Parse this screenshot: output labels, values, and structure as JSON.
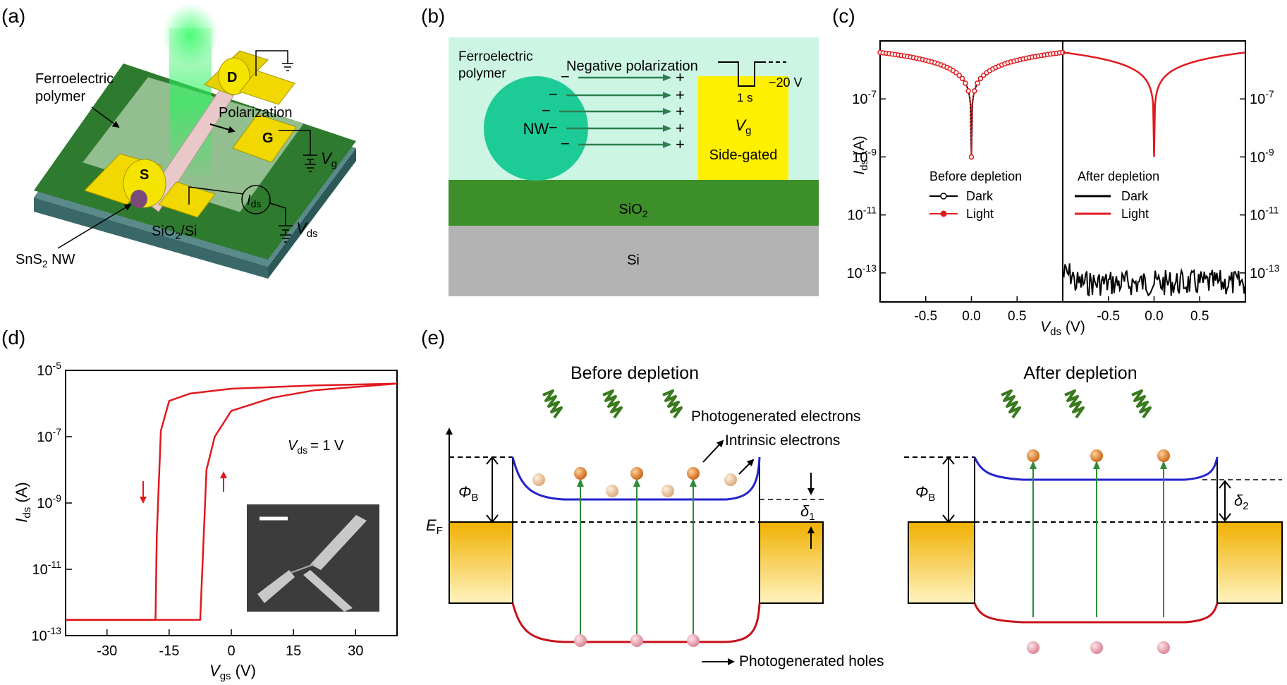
{
  "panel_labels": {
    "a": "(a)",
    "b": "(b)",
    "c": "(c)",
    "d": "(d)",
    "e": "(e)"
  },
  "panel_a": {
    "ferroelectric_1": "Ferroelectric",
    "ferroelectric_2": "polymer",
    "polarization": "Polarization",
    "drain": "D",
    "gate": "G",
    "source": "S",
    "vg": "V",
    "vg_sub": "g",
    "ids": "I",
    "ids_sub": "ds",
    "vds": "V",
    "vds_sub": "ds",
    "substrate": "SiO",
    "substrate_sub": "2",
    "substrate_tail": "/Si",
    "nanowire": "SnS",
    "nanowire_sub": "2",
    "nanowire_tail": " NW"
  },
  "panel_b": {
    "ferroelectric_1": "Ferroelectric",
    "ferroelectric_2": "polymer",
    "negative_polarization": "Negative polarization",
    "nw": "NW",
    "minus": "−",
    "plus": "+",
    "pulse_voltage": "−20 V",
    "pulse_width": "1 s",
    "vg": "V",
    "vg_sub": "g",
    "side_gated": "Side-gated",
    "sio2": "SiO",
    "sio2_sub": "2",
    "si": "Si",
    "colors": {
      "polymer": "#ccf5e4",
      "nw": "#1dcb96",
      "gate": "#ffef00",
      "sio2": "#3d8f29",
      "si": "#b3b3b3",
      "arrow": "#2d7f4f"
    }
  },
  "panel_c": {
    "ylabel": "I",
    "ylabel_sub": "ds",
    "ylabel_unit": " (A)",
    "xlabel": "V",
    "xlabel_sub": "ds",
    "xlabel_unit": " (V)",
    "ytick_base": "10",
    "ytick_exps": [
      "-7",
      "-9",
      "-11",
      "-13"
    ],
    "xticks": [
      "-0.5",
      "0.0",
      "0.5"
    ],
    "left_legend_title": "Before depletion",
    "right_legend_title": "After depletion",
    "legend_dark": "Dark",
    "legend_light": "Light",
    "colors": {
      "dark": "#000000",
      "light": "#e0191e"
    }
  },
  "panel_d": {
    "ylabel": "I",
    "ylabel_sub": "ds",
    "ylabel_unit": " (A)",
    "xlabel": "V",
    "xlabel_sub": "gs",
    "xlabel_unit": " (V)",
    "ytick_base": "10",
    "ytick_exps": [
      "-5",
      "-7",
      "-9",
      "-11",
      "-13"
    ],
    "xticks": [
      "-30",
      "-15",
      "0",
      "15",
      "30"
    ],
    "vds_label": "V",
    "vds_sub": "ds",
    "vds_value": "= 1 V"
  },
  "panel_e": {
    "before_title": "Before depletion",
    "after_title": "After depletion",
    "photo_electrons": "Photogenerated electrons",
    "intrinsic_electrons": "Intrinsic electrons",
    "photo_holes": "Photogenerated holes",
    "phi": "Φ",
    "phi_sub": "B",
    "ef": "E",
    "ef_sub": "F",
    "delta": "δ",
    "delta1_sub": "1",
    "delta2_sub": "2",
    "colors": {
      "cb": "#2222cc",
      "vb": "#c8101a",
      "metal": "#f5b800",
      "wave": "#3a7a1f",
      "arrow": "#2e8b3a",
      "electron": "#d9730d",
      "hole": "#e89aa8"
    }
  },
  "chart_data": [
    {
      "type": "line",
      "panel": "(c)",
      "xlabel": "Vds (V)",
      "ylabel": "Ids (A)",
      "yscale": "log",
      "xlim": [
        -1.0,
        1.0
      ],
      "ylim": [
        1e-14,
        1e-05
      ],
      "subplots": [
        {
          "title": "Before depletion",
          "series": [
            {
              "name": "Dark",
              "x": [
                -1.0,
                -0.8,
                -0.6,
                -0.4,
                -0.2,
                -0.1,
                -0.05,
                0.0,
                0.05,
                0.1,
                0.2,
                0.4,
                0.6,
                0.8,
                1.0
              ],
              "y": [
                4e-06,
                3e-06,
                2e-06,
                1.2e-06,
                5e-07,
                2e-07,
                5e-08,
                1e-09,
                5e-08,
                2e-07,
                5e-07,
                1.2e-06,
                2e-06,
                3e-06,
                4e-06
              ]
            },
            {
              "name": "Light",
              "x": [
                -1.0,
                -0.8,
                -0.6,
                -0.4,
                -0.2,
                -0.1,
                -0.05,
                0.0,
                0.05,
                0.1,
                0.2,
                0.4,
                0.6,
                0.8,
                1.0
              ],
              "y": [
                4e-06,
                3e-06,
                2e-06,
                1.2e-06,
                5e-07,
                2e-07,
                5e-08,
                1e-09,
                5e-08,
                2e-07,
                5e-07,
                1.2e-06,
                2e-06,
                3e-06,
                4e-06
              ]
            }
          ]
        },
        {
          "title": "After depletion",
          "series": [
            {
              "name": "Dark",
              "x": [
                -1.0,
                -0.5,
                0.0,
                0.5,
                1.0
              ],
              "y": [
                1e-13,
                1e-13,
                1e-13,
                1e-13,
                1e-13
              ]
            },
            {
              "name": "Light",
              "x": [
                -1.0,
                -0.8,
                -0.6,
                -0.4,
                -0.2,
                -0.1,
                -0.05,
                0.0,
                0.05,
                0.1,
                0.2,
                0.4,
                0.6,
                0.8,
                1.0
              ],
              "y": [
                4e-06,
                3e-06,
                2e-06,
                1.2e-06,
                5e-07,
                2e-07,
                5e-08,
                1e-09,
                5e-08,
                2e-07,
                5e-07,
                1.2e-06,
                2e-06,
                3e-06,
                4e-06
              ]
            }
          ]
        }
      ]
    },
    {
      "type": "line",
      "panel": "(d)",
      "xlabel": "Vgs (V)",
      "ylabel": "Ids (A)",
      "yscale": "log",
      "xlim": [
        -40,
        40
      ],
      "ylim": [
        1e-13,
        1e-05
      ],
      "annotation": "Vds = 1 V",
      "series": [
        {
          "name": "",
          "x": [
            40,
            20,
            0,
            -10,
            -15,
            -17,
            -18,
            -18.3,
            -20,
            -30,
            -40
          ],
          "y": [
            4e-06,
            3.5e-06,
            2.8e-06,
            2e-06,
            1.2e-06,
            1.5e-07,
            1e-10,
            3e-13,
            3e-13,
            3e-13,
            3e-13
          ]
        },
        {
          "name": "",
          "x": [
            -40,
            -20,
            -7.5,
            -7,
            -6,
            -4,
            0,
            10,
            20,
            40
          ],
          "y": [
            3e-13,
            3e-13,
            3e-13,
            1e-11,
            1e-08,
            1e-07,
            6e-07,
            1.5e-06,
            2.5e-06,
            4e-06
          ]
        }
      ]
    }
  ]
}
